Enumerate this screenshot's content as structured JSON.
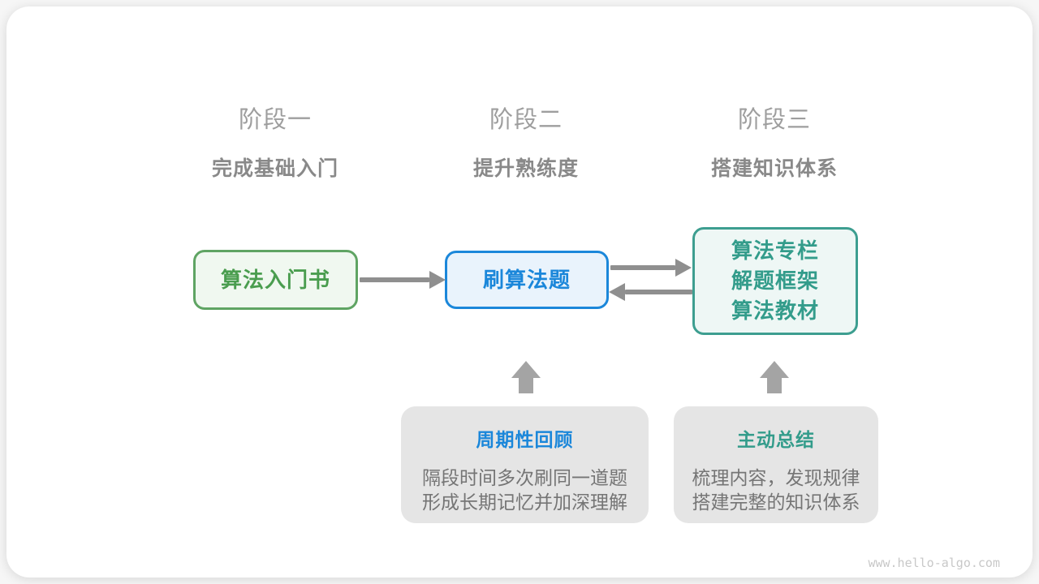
{
  "stages": [
    {
      "label": "阶段一",
      "subtitle": "完成基础入门"
    },
    {
      "label": "阶段二",
      "subtitle": "提升熟练度"
    },
    {
      "label": "阶段三",
      "subtitle": "搭建知识体系"
    }
  ],
  "nodes": [
    {
      "id": "intro-book",
      "lines": [
        "算法入门书"
      ],
      "accent": "#4a9d4f",
      "border": "#5fa463",
      "fill": "#f0f8f0"
    },
    {
      "id": "practice-problems",
      "lines": [
        "刷算法题"
      ],
      "accent": "#1b87da",
      "border": "#1b87da",
      "fill": "#e9f3fc"
    },
    {
      "id": "knowledge-sources",
      "lines": [
        "算法专栏",
        "解题框架",
        "算法教材"
      ],
      "accent": "#339c8b",
      "border": "#3d9e90",
      "fill": "#eef7f5"
    }
  ],
  "callouts": [
    {
      "id": "periodic-review",
      "title": "周期性回顾",
      "title_color": "#1b87da",
      "body_lines": [
        "隔段时间多次刷同一道题",
        "形成长期记忆并加深理解"
      ]
    },
    {
      "id": "active-summary",
      "title": "主动总结",
      "title_color": "#339c8b",
      "body_lines": [
        "梳理内容，发现规律",
        "搭建完整的知识体系"
      ]
    }
  ],
  "arrows": {
    "book_to_practice": "right",
    "practice_to_sources": "right",
    "sources_to_practice": "left",
    "review_up": "up",
    "summary_up": "up"
  },
  "colors": {
    "arrow_gray": "#8f8f8f",
    "block_arrow_gray": "#a4a4a4",
    "callout_bg": "#e5e5e5",
    "stage_label": "#9e9e9e",
    "stage_subtitle": "#898989",
    "body_text": "#757575",
    "card_bg": "#ffffff"
  },
  "watermark": "www.hello-algo.com"
}
